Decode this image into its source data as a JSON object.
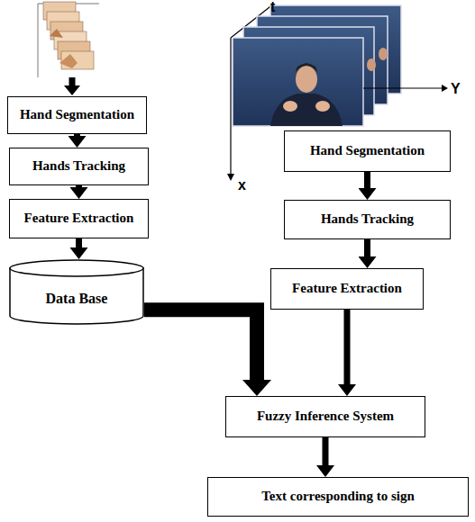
{
  "diagram": {
    "nodes": [
      {
        "text": [
          "Hand Segmentation"
        ]
      },
      {
        "text": [
          "Hands Tracking"
        ]
      },
      {
        "text": [
          "Feature Extraction"
        ]
      },
      {
        "text": [
          "Data Base"
        ]
      },
      {
        "text": [
          "Hand Segmentation"
        ]
      },
      {
        "text": [
          "Hands Tracking"
        ]
      },
      {
        "text": [
          "Feature Extraction"
        ]
      },
      {
        "text": [
          "Fuzzy Inference System"
        ]
      },
      {
        "text": [
          "Text corresponding to sign"
        ]
      }
    ],
    "edges": [
      {
        "from": 0,
        "to": 1,
        "arrow": "to"
      },
      {
        "from": 1,
        "to": 2,
        "arrow": "to"
      },
      {
        "from": 2,
        "to": 3,
        "arrow": "to"
      },
      {
        "from": 3,
        "to": 7,
        "arrow": "to"
      },
      {
        "from": 4,
        "to": 5,
        "arrow": "to"
      },
      {
        "from": 5,
        "to": 6,
        "arrow": "to"
      },
      {
        "from": 6,
        "to": 7,
        "arrow": "to"
      },
      {
        "from": 7,
        "to": 8,
        "arrow": "to"
      }
    ],
    "labels": [
      "t",
      "Y",
      "x"
    ]
  }
}
